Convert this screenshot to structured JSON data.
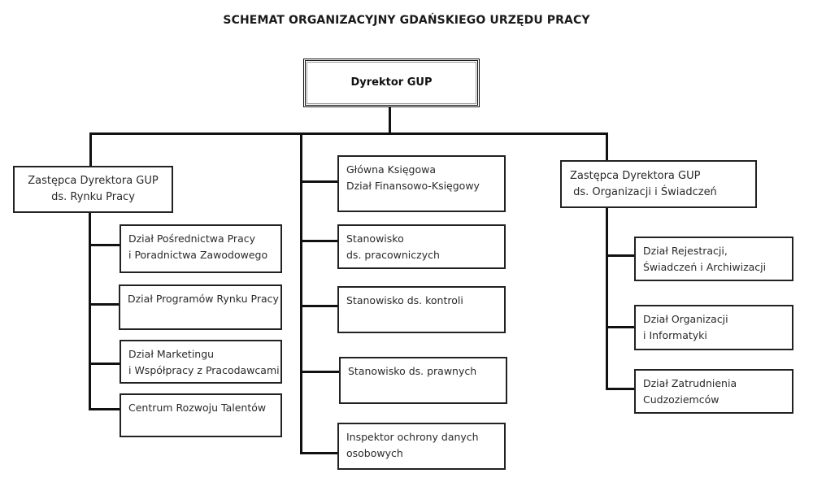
{
  "title": "SCHEMAT ORGANIZACYJNY GDAŃSKIEGO URZĘDU PRACY",
  "director": {
    "label": "Dyrektor GUP"
  },
  "left_branch": {
    "head": {
      "label": "Zastępca Dyrektora GUP\nds. Rynku Pracy"
    },
    "units": [
      {
        "label": "Dział Pośrednictwa Pracy\ni Poradnictwa Zawodowego"
      },
      {
        "label": "Dział Programów Rynku Pracy"
      },
      {
        "label": "Dział Marketingu\ni Współpracy z Pracodawcami"
      },
      {
        "label": "Centrum Rozwoju Talentów"
      }
    ]
  },
  "center_branch": {
    "units": [
      {
        "label": "Główna Księgowa\nDział Finansowo-Księgowy"
      },
      {
        "label": "Stanowisko\nds. pracowniczych"
      },
      {
        "label": "Stanowisko ds. kontroli"
      },
      {
        "label": "Stanowisko ds. prawnych"
      },
      {
        "label": "Inspektor ochrony danych\nosobowych"
      }
    ]
  },
  "right_branch": {
    "head": {
      "label": "Zastępca Dyrektora GUP\n ds. Organizacji i Świadczeń"
    },
    "units": [
      {
        "label": "Dział Rejestracji,\nŚwiadczeń i Archiwizacji"
      },
      {
        "label": "Dział Organizacji\ni Informatyki"
      },
      {
        "label": "Dział Zatrudnienia\nCudzoziemców"
      }
    ]
  }
}
